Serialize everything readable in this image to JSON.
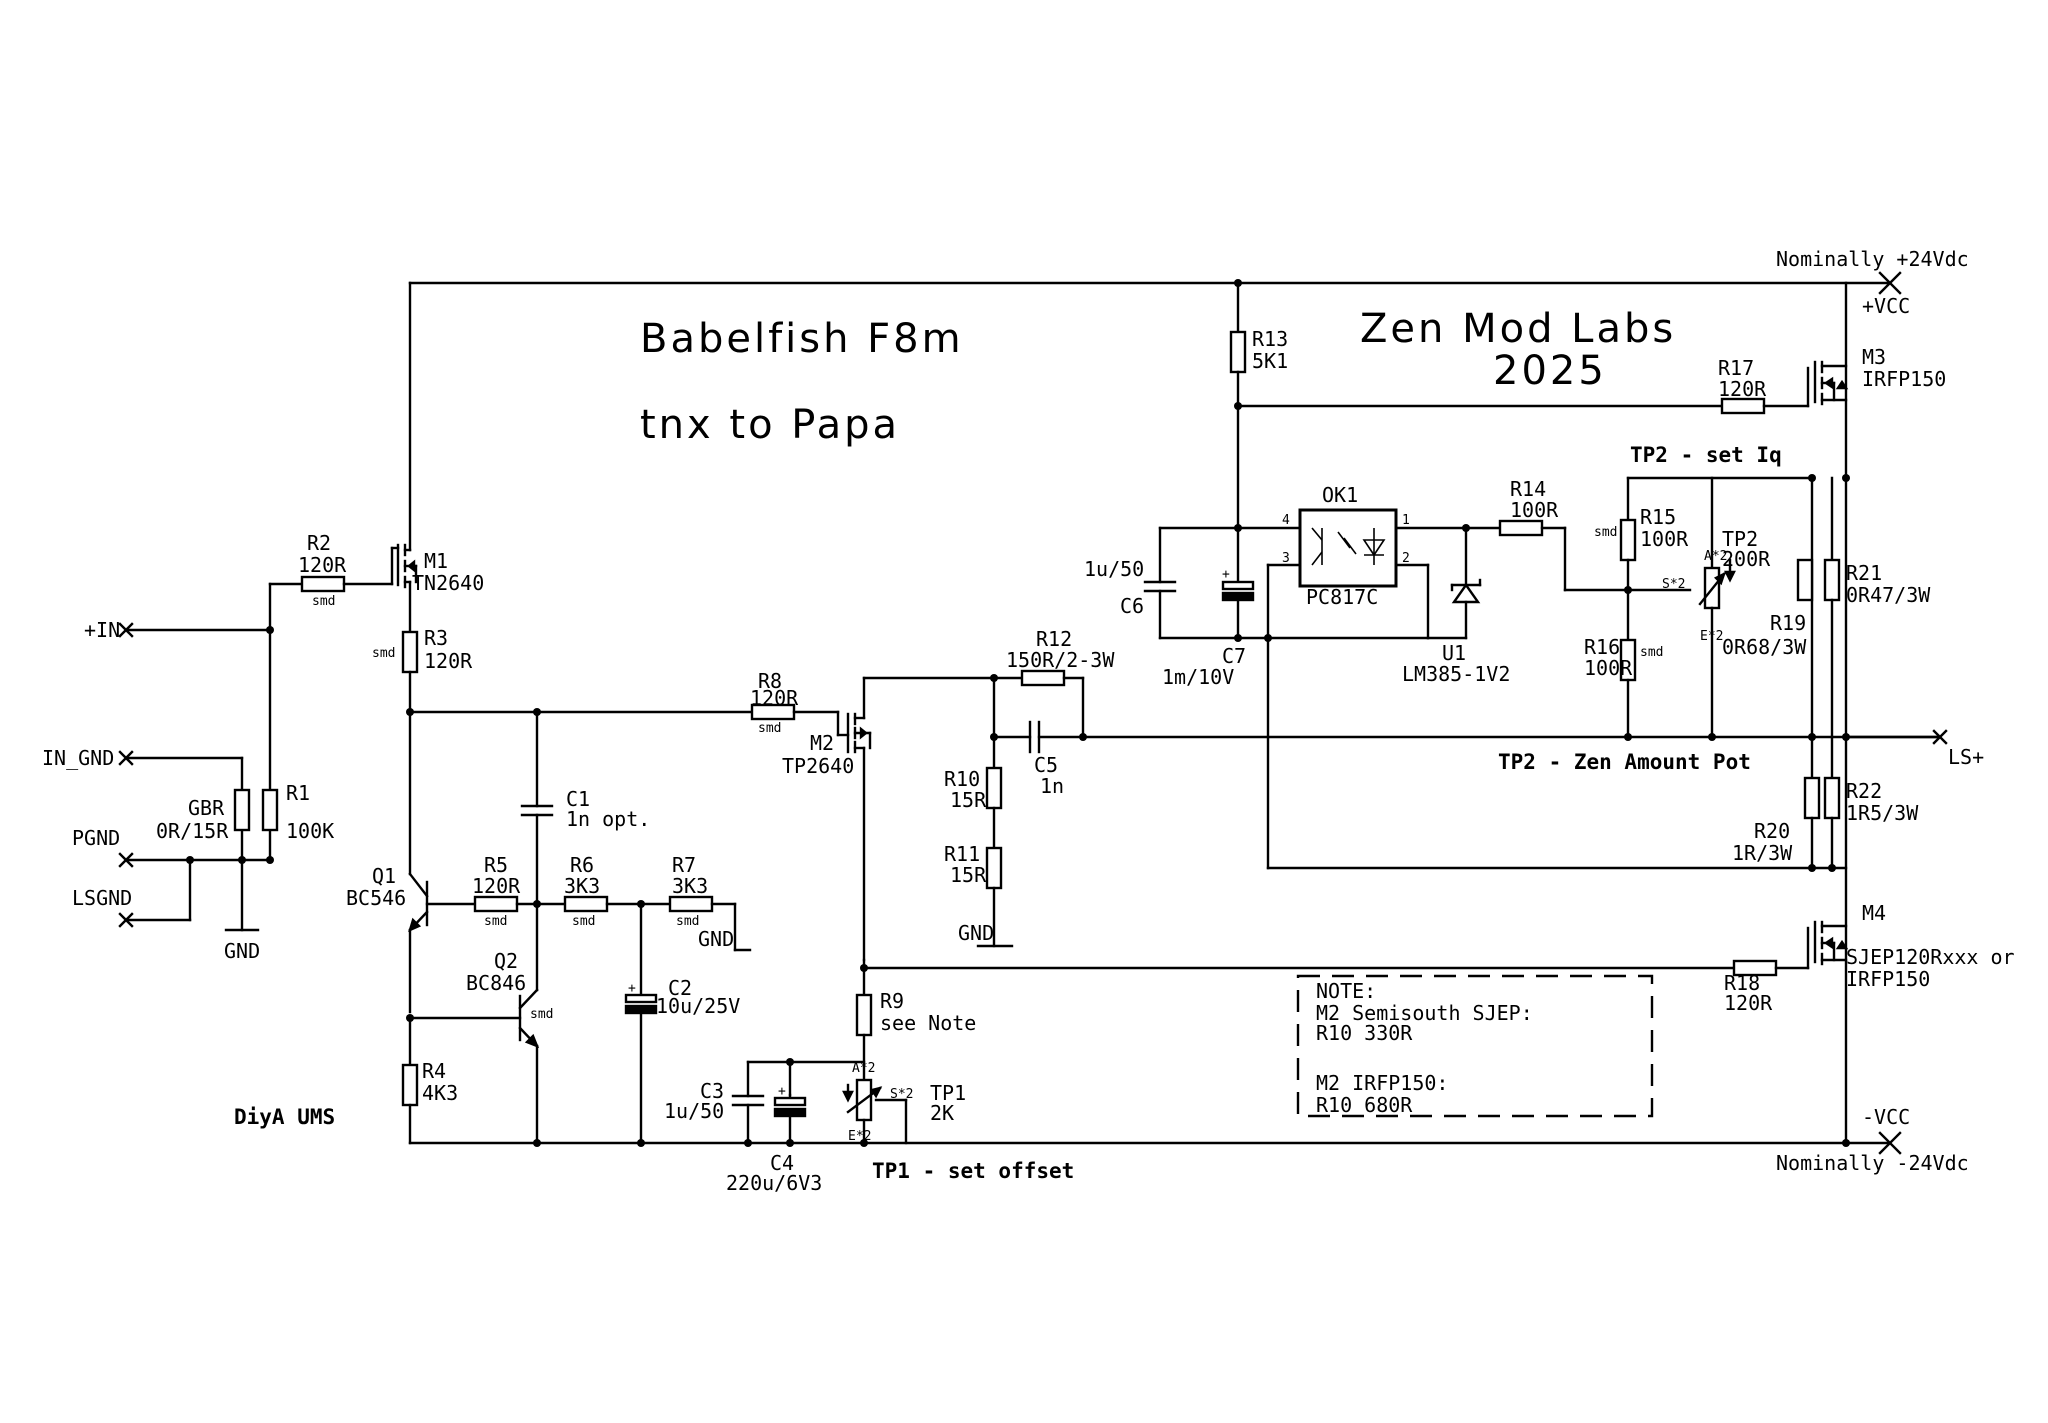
{
  "title": {
    "line1": "Babelfish F8m",
    "line2": "tnx to Papa"
  },
  "author": {
    "line1": "Zen Mod Labs",
    "line2": "2025"
  },
  "credit": "DiyA UMS",
  "ports": {
    "in": "+IN",
    "in_gnd": "IN_GND",
    "pgnd": "PGND",
    "lsgnd": "LSGND",
    "gnd1": "GND",
    "gnd2": "GND",
    "gnd3": "GND",
    "vcc_pos": "+VCC",
    "vcc_neg": "-VCC",
    "ls": "LS+",
    "nominal_pos": "Nominally +24Vdc",
    "nominal_neg": "Nominally -24Vdc"
  },
  "smd_label": "smd",
  "components": {
    "R1": {
      "ref": "R1",
      "value": "100K"
    },
    "GBR": {
      "ref": "GBR",
      "value": "0R/15R"
    },
    "R2": {
      "ref": "R2",
      "value": "120R"
    },
    "M1": {
      "ref": "M1",
      "value": "TN2640"
    },
    "R3": {
      "ref": "R3",
      "value": "120R"
    },
    "Q1": {
      "ref": "Q1",
      "value": "BC546"
    },
    "Q2": {
      "ref": "Q2",
      "value": "BC846"
    },
    "R4": {
      "ref": "R4",
      "value": "4K3"
    },
    "R5": {
      "ref": "R5",
      "value": "120R"
    },
    "R6": {
      "ref": "R6",
      "value": "3K3"
    },
    "R7": {
      "ref": "R7",
      "value": "3K3"
    },
    "C1": {
      "ref": "C1",
      "value": "1n opt."
    },
    "C2": {
      "ref": "C2",
      "value": "10u/25V"
    },
    "C3": {
      "ref": "C3",
      "value": "1u/50"
    },
    "C4": {
      "ref": "C4",
      "value": "220u/6V3"
    },
    "R8": {
      "ref": "R8",
      "value": "120R"
    },
    "M2": {
      "ref": "M2",
      "value": "TP2640"
    },
    "R9": {
      "ref": "R9",
      "value": "see Note"
    },
    "TP1": {
      "ref": "TP1",
      "value": "2K"
    },
    "R10": {
      "ref": "R10",
      "value": "15R"
    },
    "R11": {
      "ref": "R11",
      "value": "15R"
    },
    "R12": {
      "ref": "R12",
      "value": "150R/2-3W"
    },
    "C5": {
      "ref": "C5",
      "value": "1n"
    },
    "C6": {
      "ref": "C6",
      "value": "1u/50"
    },
    "C7": {
      "ref": "C7",
      "value": "1m/10V"
    },
    "R13": {
      "ref": "R13",
      "value": "5K1"
    },
    "OK1": {
      "ref": "OK1",
      "value": "PC817C"
    },
    "U1": {
      "ref": "U1",
      "value": "LM385-1V2"
    },
    "R14": {
      "ref": "R14",
      "value": "100R"
    },
    "R15": {
      "ref": "R15",
      "value": "100R"
    },
    "R16": {
      "ref": "R16",
      "value": "100R"
    },
    "TP2": {
      "ref": "TP2",
      "value": "200R"
    },
    "R17": {
      "ref": "R17",
      "value": "120R"
    },
    "M3": {
      "ref": "M3",
      "value": "IRFP150"
    },
    "R18": {
      "ref": "R18",
      "value": "120R"
    },
    "M4": {
      "ref": "M4",
      "value1": "SJEP120Rxxx or",
      "value2": "IRFP150"
    },
    "R19": {
      "ref": "R19",
      "value": "0R68/3W"
    },
    "R20": {
      "ref": "R20",
      "value": "1R/3W"
    },
    "R21": {
      "ref": "R21",
      "value": "0R47/3W"
    },
    "R22": {
      "ref": "R22",
      "value": "1R5/3W"
    }
  },
  "pins": {
    "p1": "1",
    "p2": "2",
    "p3": "3",
    "p4": "4",
    "a2": "A*2",
    "e2": "E*2",
    "s2": "S*2"
  },
  "annotations": {
    "tp1": "TP1 - set offset",
    "tp2_iq": "TP2 - set Iq",
    "tp2_zen": "TP2 - Zen Amount Pot"
  },
  "note": {
    "line1": "NOTE:",
    "line2": "M2 Semisouth SJEP:",
    "line3": "R10 330R",
    "line4": "M2 IRFP150:",
    "line5": "R10 680R"
  }
}
